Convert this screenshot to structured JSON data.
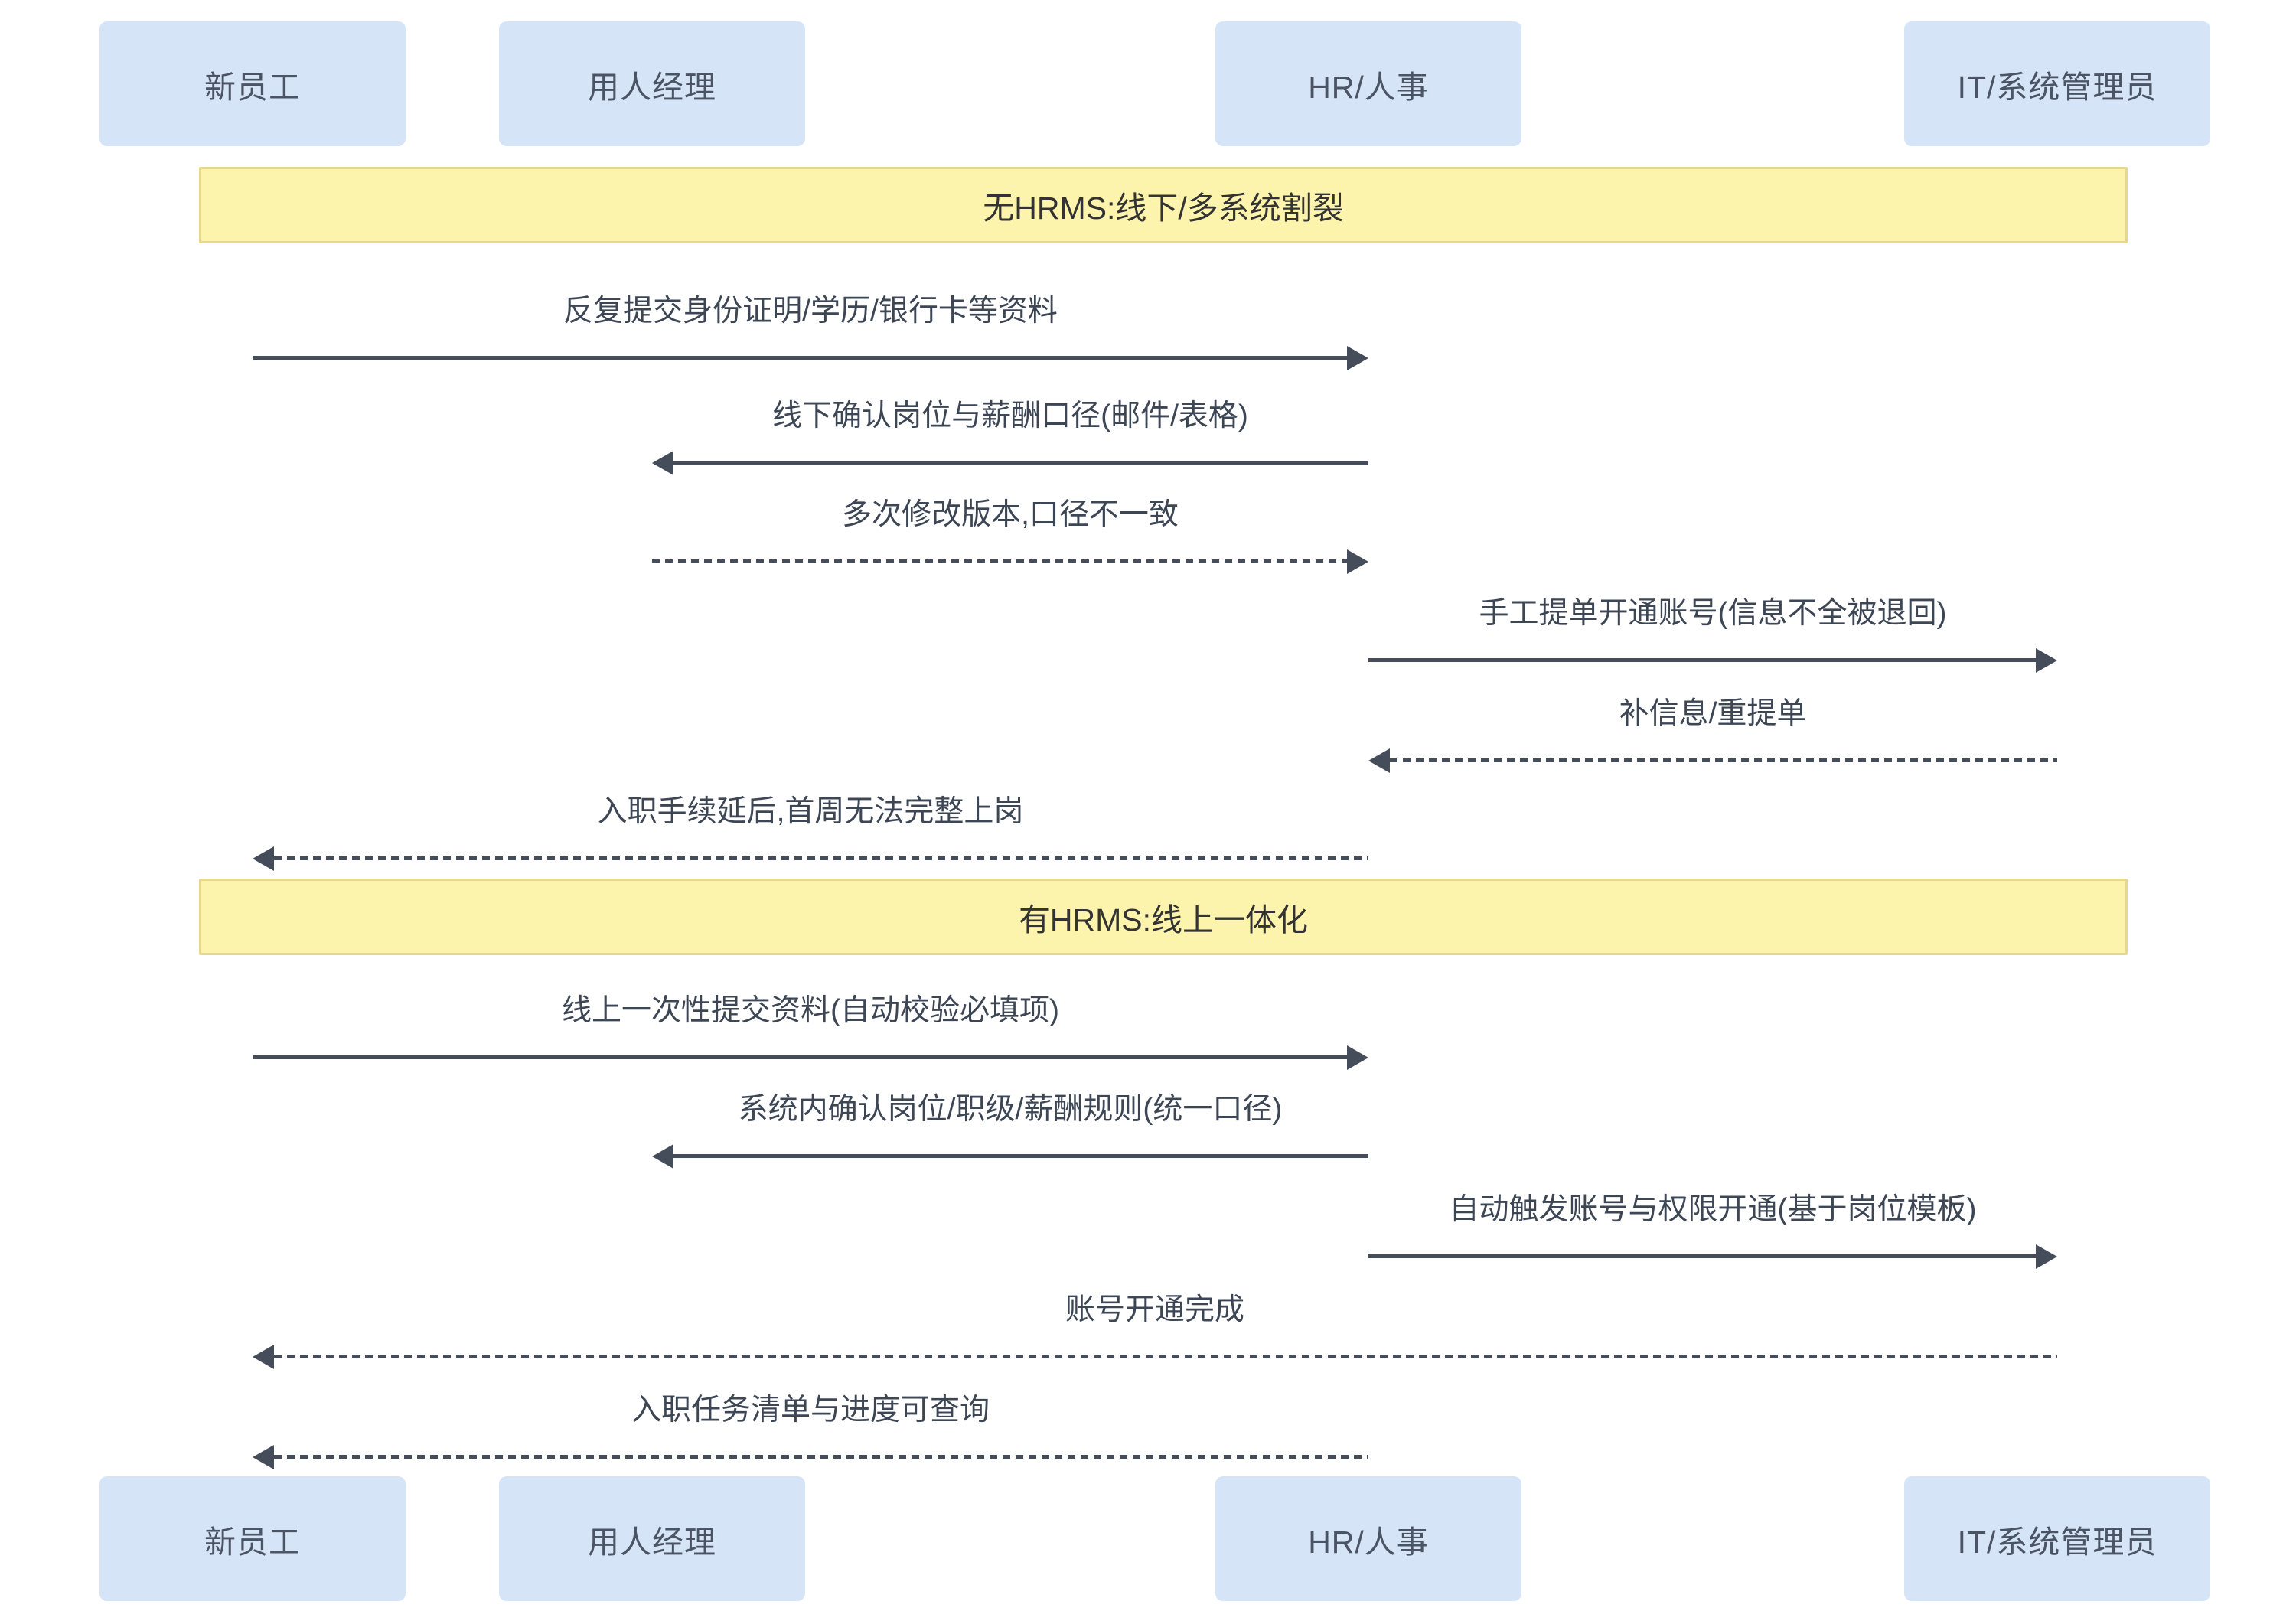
{
  "diagram_type": "sequence-diagram",
  "colors": {
    "background": "#ffffff",
    "actor_fill": "#d6e4f8",
    "actor_text": "#4a5464",
    "banner_fill": "#fcf3ad",
    "banner_border": "#e6d98f",
    "banner_text": "#333333",
    "message_text": "#3d4654",
    "arrow": "#444d59"
  },
  "actors": [
    {
      "id": "new-employee",
      "label": "新员工"
    },
    {
      "id": "hiring-manager",
      "label": "用人经理"
    },
    {
      "id": "hr",
      "label": "HR/人事"
    },
    {
      "id": "it-admin",
      "label": "IT/系统管理员"
    }
  ],
  "sections": [
    {
      "title": "无HRMS:线下/多系统割裂",
      "messages": [
        {
          "from": "new-employee",
          "to": "hr",
          "line": "solid",
          "label": "反复提交身份证明/学历/银行卡等资料"
        },
        {
          "from": "hr",
          "to": "hiring-manager",
          "line": "solid",
          "label": "线下确认岗位与薪酬口径(邮件/表格)"
        },
        {
          "from": "hiring-manager",
          "to": "hr",
          "line": "dashed",
          "label": "多次修改版本,口径不一致"
        },
        {
          "from": "hr",
          "to": "it-admin",
          "line": "solid",
          "label": "手工提单开通账号(信息不全被退回)"
        },
        {
          "from": "it-admin",
          "to": "hr",
          "line": "dashed",
          "label": "补信息/重提单"
        },
        {
          "from": "hr",
          "to": "new-employee",
          "line": "dashed",
          "label": "入职手续延后,首周无法完整上岗"
        }
      ]
    },
    {
      "title": "有HRMS:线上一体化",
      "messages": [
        {
          "from": "new-employee",
          "to": "hr",
          "line": "solid",
          "label": "线上一次性提交资料(自动校验必填项)"
        },
        {
          "from": "hr",
          "to": "hiring-manager",
          "line": "solid",
          "label": "系统内确认岗位/职级/薪酬规则(统一口径)"
        },
        {
          "from": "hr",
          "to": "it-admin",
          "line": "solid",
          "label": "自动触发账号与权限开通(基于岗位模板)"
        },
        {
          "from": "it-admin",
          "to": "new-employee",
          "line": "dashed",
          "label": "账号开通完成"
        },
        {
          "from": "hr",
          "to": "new-employee",
          "line": "dashed",
          "label": "入职任务清单与进度可查询"
        }
      ]
    }
  ]
}
